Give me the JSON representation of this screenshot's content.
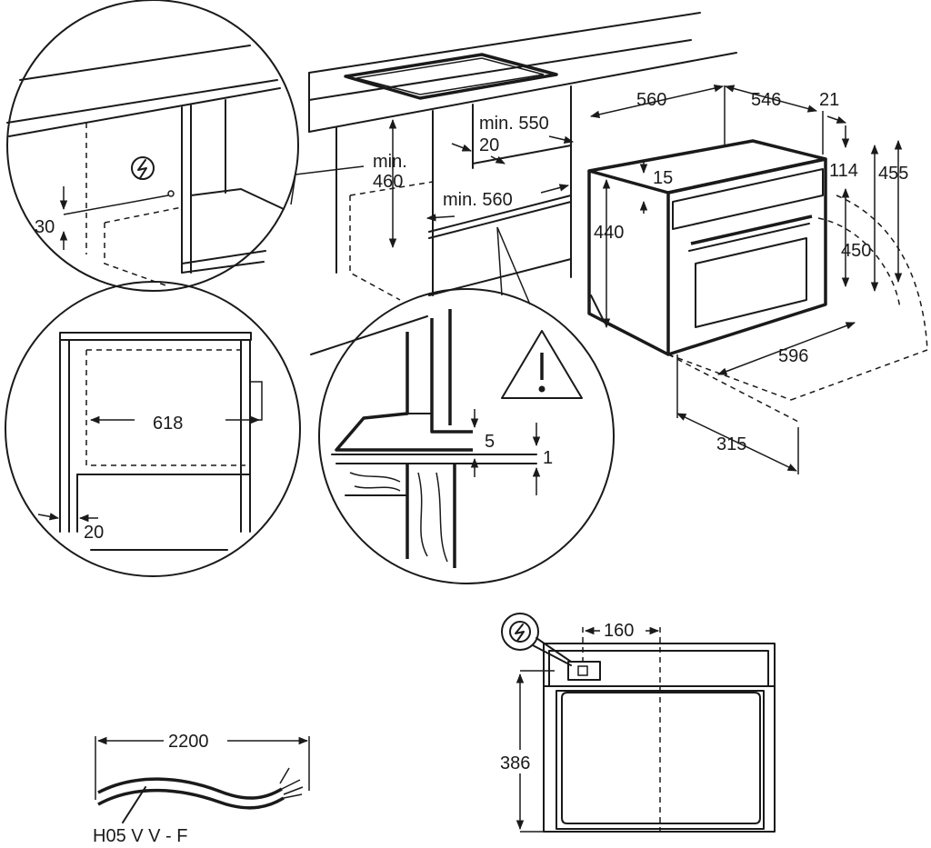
{
  "labels": {
    "w560": "560",
    "d546": "546",
    "t21": "21",
    "min550": "min. 550",
    "g20": "20",
    "min": "min.",
    "h460": "460",
    "min560": "min. 560",
    "g15": "15",
    "h114": "114",
    "h455": "455",
    "h440": "440",
    "h450": "450",
    "w596": "596",
    "d315": "315",
    "h30": "30",
    "w618": "618",
    "s20": "20",
    "g5": "5",
    "g1": "1",
    "w160": "160",
    "h386": "386",
    "l2200": "2200",
    "cable": "H05 V V - F"
  },
  "icons": [
    "electric-hazard-icon",
    "warning-triangle-icon"
  ]
}
